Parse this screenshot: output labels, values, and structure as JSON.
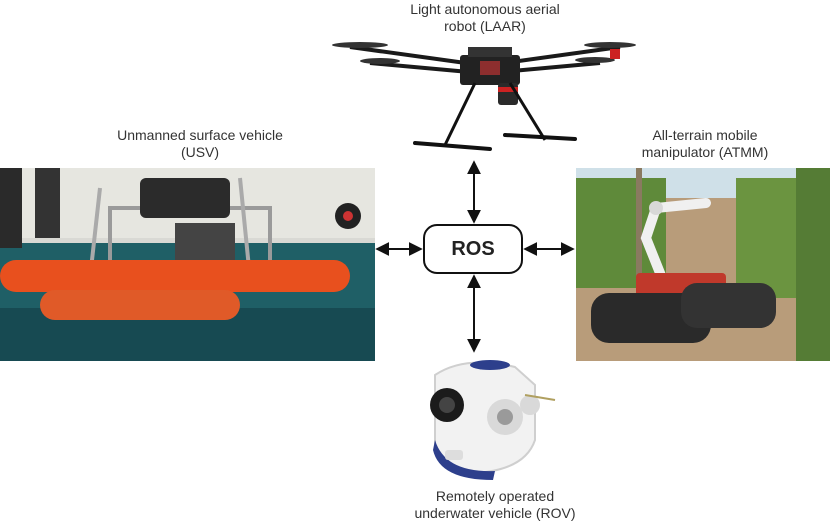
{
  "nodes": {
    "laar": {
      "label_line1": "Light autonomous aerial",
      "label_line2": "robot (LAAR)"
    },
    "usv": {
      "label_line1": "Unmanned surface vehicle",
      "label_line2": "(USV)"
    },
    "atmm": {
      "label_line1": "All-terrain mobile",
      "label_line2": "manipulator (ATMM)"
    },
    "rov": {
      "label_line1": "Remotely operated",
      "label_line2": "underwater vehicle (ROV)"
    },
    "ros": {
      "label": "ROS"
    }
  },
  "colors": {
    "usv_hull": "#e8501e",
    "water": "#1f5f66",
    "drone_body": "#1a1a1a",
    "rov_body": "#f2f2f2",
    "rov_accent": "#2d3f8c",
    "foliage": "#5f8a3a",
    "soil": "#b89c7a"
  }
}
